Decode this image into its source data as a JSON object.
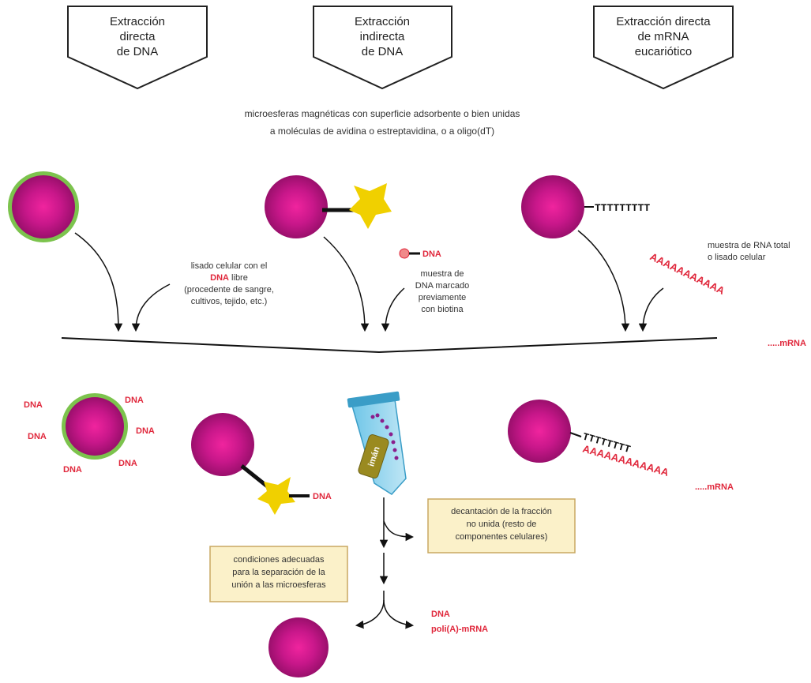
{
  "banners": [
    [
      "Extracción",
      "directa",
      "de DNA"
    ],
    [
      "Extracción",
      "indirecta",
      "de DNA"
    ],
    [
      "Extracción directa",
      "de mRNA",
      "eucariótico"
    ]
  ],
  "caption": [
    "microesferas magnéticas con superficie adsorbente o bien unidas",
    "a moléculas de avidina o estreptavidina, o a oligo(dT)"
  ],
  "oligo_dt": "TTTTTTTTT",
  "oligo_dt_bound": "TTTTTTTT",
  "poly_a": "AAAAAAAAAAA",
  "poly_a_bound": "AAAAAAAAAAAA",
  "mrna_suffix": ".....mRNA",
  "lysate_label": {
    "line1": "lisado celular con el",
    "line2_red": "DNA",
    "line2_rest": " libre",
    "line3": "(procedente de sangre,",
    "line4": "cultivos, tejido, etc.)"
  },
  "biotin_dna_icon_label": "DNA",
  "biotin_sample_label": [
    "muestra de",
    "DNA marcado",
    "previamente",
    "con biotina"
  ],
  "rna_sample_label": [
    "muestra de RNA total",
    "o lisado celular"
  ],
  "dna_word": "DNA",
  "tube_label": "imán",
  "decantation_box": [
    "decantación de la fracción",
    "no unida (resto de",
    "componentes celulares)"
  ],
  "conditions_box": [
    "condiciones adecuadas",
    "para la separación de la",
    "unión a las microesferas"
  ],
  "products": [
    "DNA",
    "poli(A)-mRNA"
  ],
  "colors": {
    "bead": "#b0157a",
    "bead_center": "#e2189a",
    "bead_ring": "#7cc34d",
    "biotin": "#f0d000",
    "label_red": "#e0283c",
    "box_fill": "#fbf1c9",
    "box_border": "#c9a862"
  }
}
